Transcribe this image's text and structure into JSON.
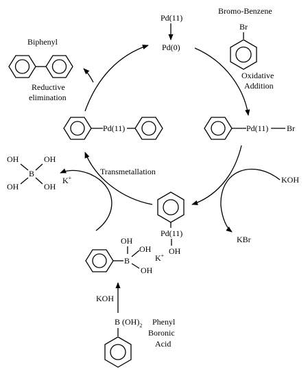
{
  "labels": {
    "pd11_top": "Pd(11)",
    "pd0": "Pd(0)",
    "bromo_benzene": "Bromo-Benzene",
    "br_sub": "Br",
    "oxidative": "Oxidative",
    "addition": "Addition",
    "pd11_br_pd": "Pd(11)",
    "pd11_br_br": "Br",
    "biphenyl": "Biphenyl",
    "reductive": "Reductive",
    "elimination": "elimination",
    "pd11_diphenyl": "Pd(11)",
    "koh_right": "KOH",
    "kbr": "KBr",
    "pd11_oh_pd": "Pd(11)",
    "pd11_oh_oh": "OH",
    "transmetallation": "Transmetallation",
    "k_plus_left": "K",
    "k_plus_left_sup": "+",
    "boric_oh1": "OH",
    "boric_oh2": "OH",
    "boric_b": "B",
    "boric_oh3": "OH",
    "boric_oh4": "OH",
    "borate_oh1": "OH",
    "borate_b": "B",
    "borate_oh2": "OH",
    "borate_oh3": "OH",
    "k_plus_mid": "K",
    "k_plus_mid_sup": "+",
    "koh_bottom": "KOH",
    "boronic_b": "B (OH)",
    "boronic_sub": "2",
    "phenyl": "Phenyl",
    "boronic": "Boronic",
    "acid": "Acid"
  }
}
